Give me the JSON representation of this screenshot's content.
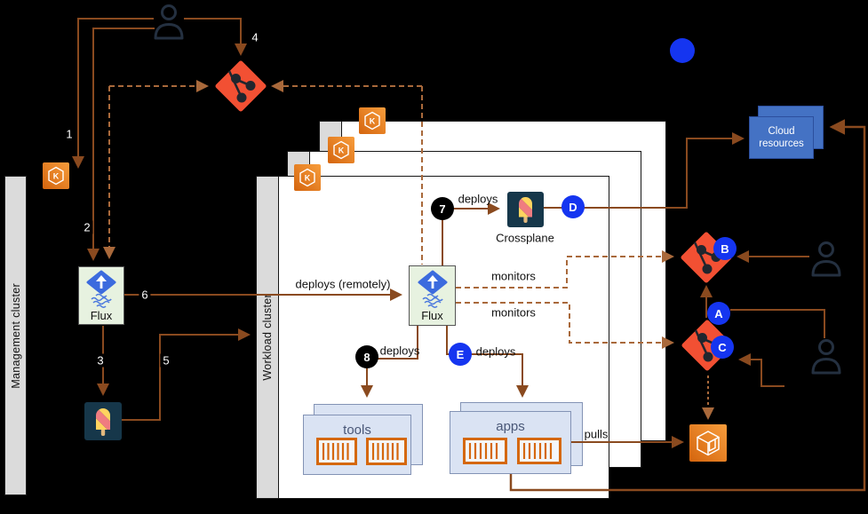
{
  "clusters": {
    "management": {
      "label": "Management cluster"
    },
    "workload": {
      "label": "Workload cluster"
    }
  },
  "nodes": {
    "flux_management": {
      "label": "Flux"
    },
    "flux_workload": {
      "label": "Flux"
    },
    "crossplane_workload": {
      "label": "Crossplane"
    },
    "cloud_resources": {
      "line1": "Cloud",
      "line2": "resources"
    },
    "tools": {
      "label": "tools"
    },
    "apps": {
      "label": "apps"
    }
  },
  "edge_labels": {
    "deploys_remotely": "deploys (remotely)",
    "deploys_crossplane": "deploys",
    "deploys_tools": "deploys",
    "deploys_apps": "deploys",
    "monitors_upper": "monitors",
    "monitors_lower": "monitors",
    "pulls": "pulls"
  },
  "steps": {
    "s1": "1",
    "s2": "2",
    "s3": "3",
    "s4": "4",
    "s5": "5",
    "s6": "6",
    "s7": "7",
    "s8": "8"
  },
  "markers": {
    "a": "A",
    "b": "B",
    "c": "C",
    "d": "D",
    "e": "E"
  },
  "icons": {
    "person": "person-icon",
    "git": "git-repo-icon",
    "eks": "eks-cluster-icon",
    "ecr": "ecr-registry-icon",
    "flux": "flux-logo-icon",
    "crossplane": "crossplane-popsicle-icon",
    "container": "container-icon"
  },
  "colors": {
    "line_solid": "#8A4A1F",
    "line_dashed": "#A9693B",
    "accent_blue": "#1535F0",
    "git_red": "#F25033",
    "aws_orange_light": "#F89D3C",
    "aws_orange_dark": "#D4650E",
    "flux_box_green": "#E7F2E0",
    "flux_blue": "#3C6BDE",
    "crossplane_navy": "#16374A",
    "cloud_blue": "#4472C4",
    "subnode_blue": "#DAE3F3",
    "sidebar_gray": "#DBDBDB"
  }
}
